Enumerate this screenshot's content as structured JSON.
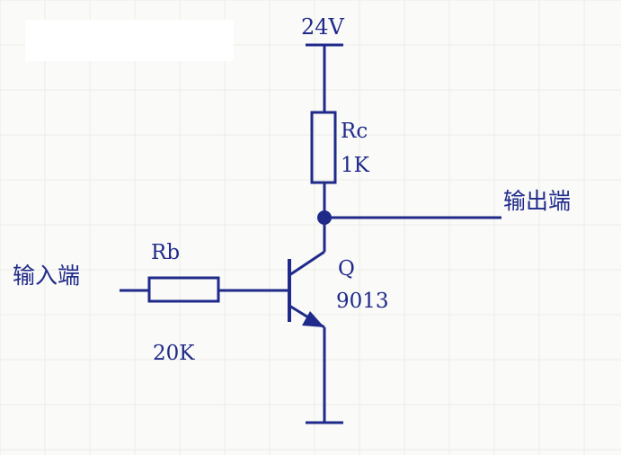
{
  "colors": {
    "wire": "#1f2a8a",
    "text": "#1f2a8a",
    "grid": "#ecece6",
    "background": "#fafaf8"
  },
  "labels": {
    "supply_voltage": "24V",
    "rc_name": "Rc",
    "rc_value": "1K",
    "output_terminal": "输出端",
    "input_terminal": "输入端",
    "rb_name": "Rb",
    "rb_value": "20K",
    "transistor_name": "Q",
    "transistor_model": "9013"
  },
  "symbols": {
    "transistor": "npn-transistor-icon",
    "ground": "ground-icon",
    "junction": "junction-dot-icon"
  }
}
